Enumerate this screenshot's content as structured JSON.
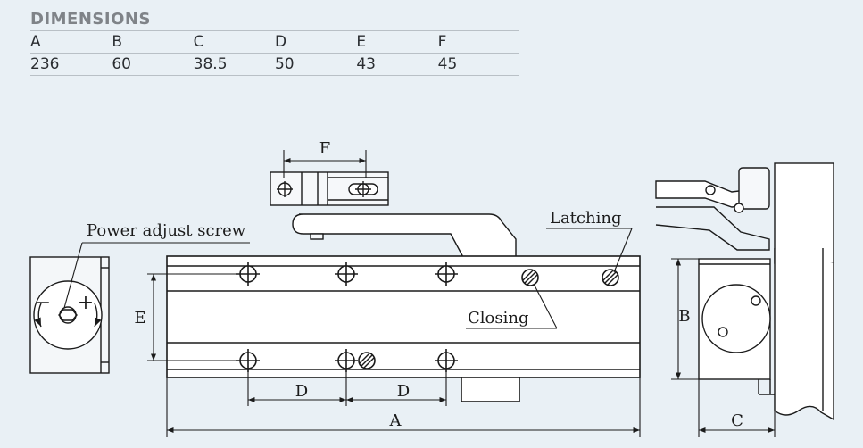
{
  "table": {
    "title": "DIMENSIONS",
    "headers": [
      "A",
      "B",
      "C",
      "D",
      "E",
      "F"
    ],
    "values": [
      "236",
      "60",
      "38.5",
      "50",
      "43",
      "45"
    ]
  },
  "drawing": {
    "labels": {
      "power_adjust": "Power adjust screw",
      "latching": "Latching",
      "closing": "Closing",
      "dim_a": "A",
      "dim_b": "B",
      "dim_c": "C",
      "dim_d1": "D",
      "dim_d2": "D",
      "dim_e": "E",
      "dim_f": "F",
      "minus": "−",
      "plus": "+"
    }
  },
  "colors": {
    "background": "#e9f0f5",
    "line": "#1b1b1b",
    "body_fill": "#ffffff"
  }
}
